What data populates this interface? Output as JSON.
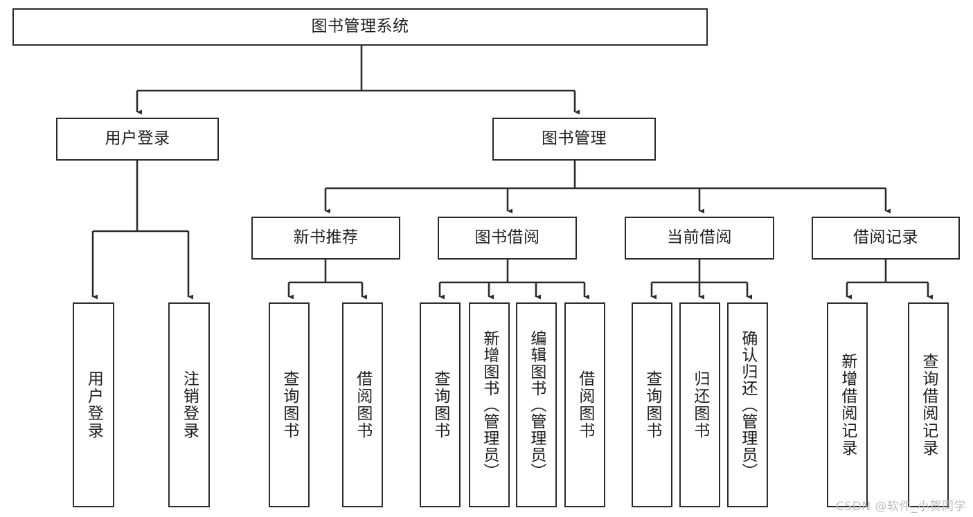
{
  "diagram": {
    "title": "图书管理系统",
    "type": "tree",
    "watermark": "CSDN @软件_小贺同学",
    "colors": {
      "background": "#ffffff",
      "box_border": "#2b2b2b",
      "box_fill": "#ffffff",
      "connector": "#2b2b2b",
      "text": "#1d1d1d",
      "watermark": "#bdbdbd"
    },
    "levels": {
      "root": {
        "label": "图书管理系统"
      },
      "level2": [
        {
          "label": "用户登录"
        },
        {
          "label": "图书管理"
        }
      ],
      "level3": [
        {
          "label": "新书推荐"
        },
        {
          "label": "图书借阅"
        },
        {
          "label": "当前借阅"
        },
        {
          "label": "借阅记录"
        }
      ],
      "leaves": {
        "user_login": [
          {
            "label": "用户登录"
          },
          {
            "label": "注销登录"
          }
        ],
        "new_book_recommend": [
          {
            "label": "查询图书"
          },
          {
            "label": "借阅图书"
          }
        ],
        "book_borrow": [
          {
            "label": "查询图书"
          },
          {
            "label": "新增图书（管理员）"
          },
          {
            "label": "编辑图书（管理员）"
          },
          {
            "label": "借阅图书"
          }
        ],
        "current_borrow": [
          {
            "label": "查询图书"
          },
          {
            "label": "归还图书"
          },
          {
            "label": "确认归还（管理员）"
          }
        ],
        "borrow_record": [
          {
            "label": "新增借阅记录"
          },
          {
            "label": "查询借阅记录"
          }
        ]
      }
    }
  }
}
